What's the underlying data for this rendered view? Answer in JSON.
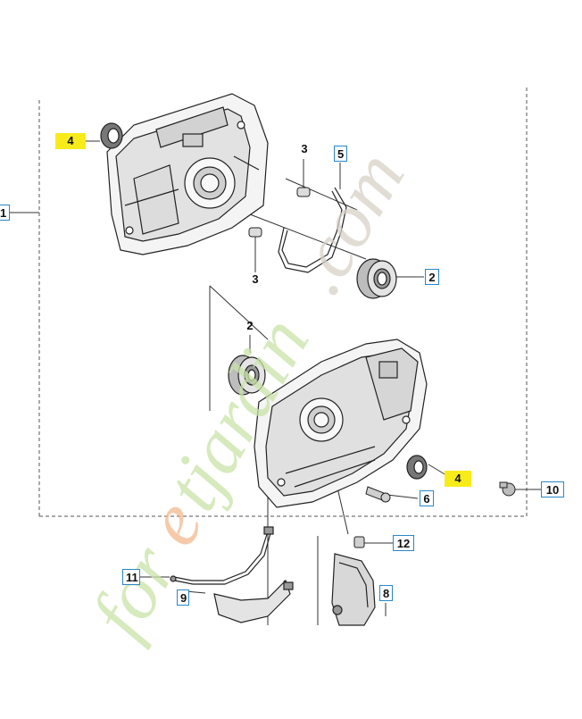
{
  "diagram": {
    "callouts": {
      "c1": "4",
      "c2": "3",
      "c3": "5",
      "c4": "1",
      "c5": "2",
      "c6": "3",
      "c7": "2",
      "c8": "4",
      "c9": "6",
      "c10": "10",
      "c11": "12",
      "c12": "11",
      "c13": "9",
      "c14": "8"
    },
    "colors": {
      "highlight": "#f7ec1a",
      "box_border": "#2a86c8",
      "line": "#333333",
      "watermark_green": "#c9e3a8",
      "watermark_orange": "#f4b98c",
      "watermark_gray": "#d7d2c8"
    }
  },
  "watermark": {
    "text_green": "for",
    "text_orange": "e",
    "text_green2": "tjardin",
    "text_gray": ".com"
  }
}
